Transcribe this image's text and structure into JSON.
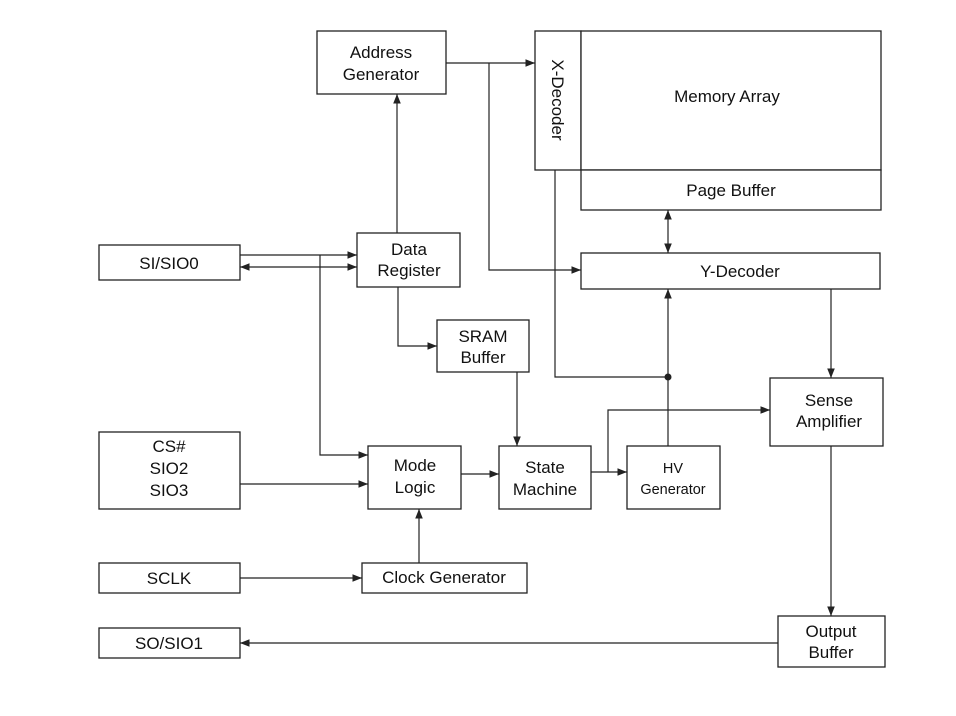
{
  "blocks": {
    "address_generator": [
      "Address",
      "Generator"
    ],
    "x_decoder": "X-Decoder",
    "memory_array": "Memory Array",
    "page_buffer": "Page Buffer",
    "y_decoder": "Y-Decoder",
    "data_register": [
      "Data",
      "Register"
    ],
    "sram_buffer": [
      "SRAM",
      "Buffer"
    ],
    "sense_amplifier": [
      "Sense",
      "Amplifier"
    ],
    "mode_logic": [
      "Mode",
      "Logic"
    ],
    "state_machine": [
      "State",
      "Machine"
    ],
    "hv_generator": [
      "HV",
      "Generator"
    ],
    "clock_generator": "Clock Generator",
    "output_buffer": [
      "Output",
      "Buffer"
    ]
  },
  "pins": {
    "si_sio0": "SI/SIO0",
    "cs_sio2_sio3": [
      "CS#",
      "SIO2",
      "SIO3"
    ],
    "sclk": "SCLK",
    "so_sio1": "SO/SIO1"
  }
}
